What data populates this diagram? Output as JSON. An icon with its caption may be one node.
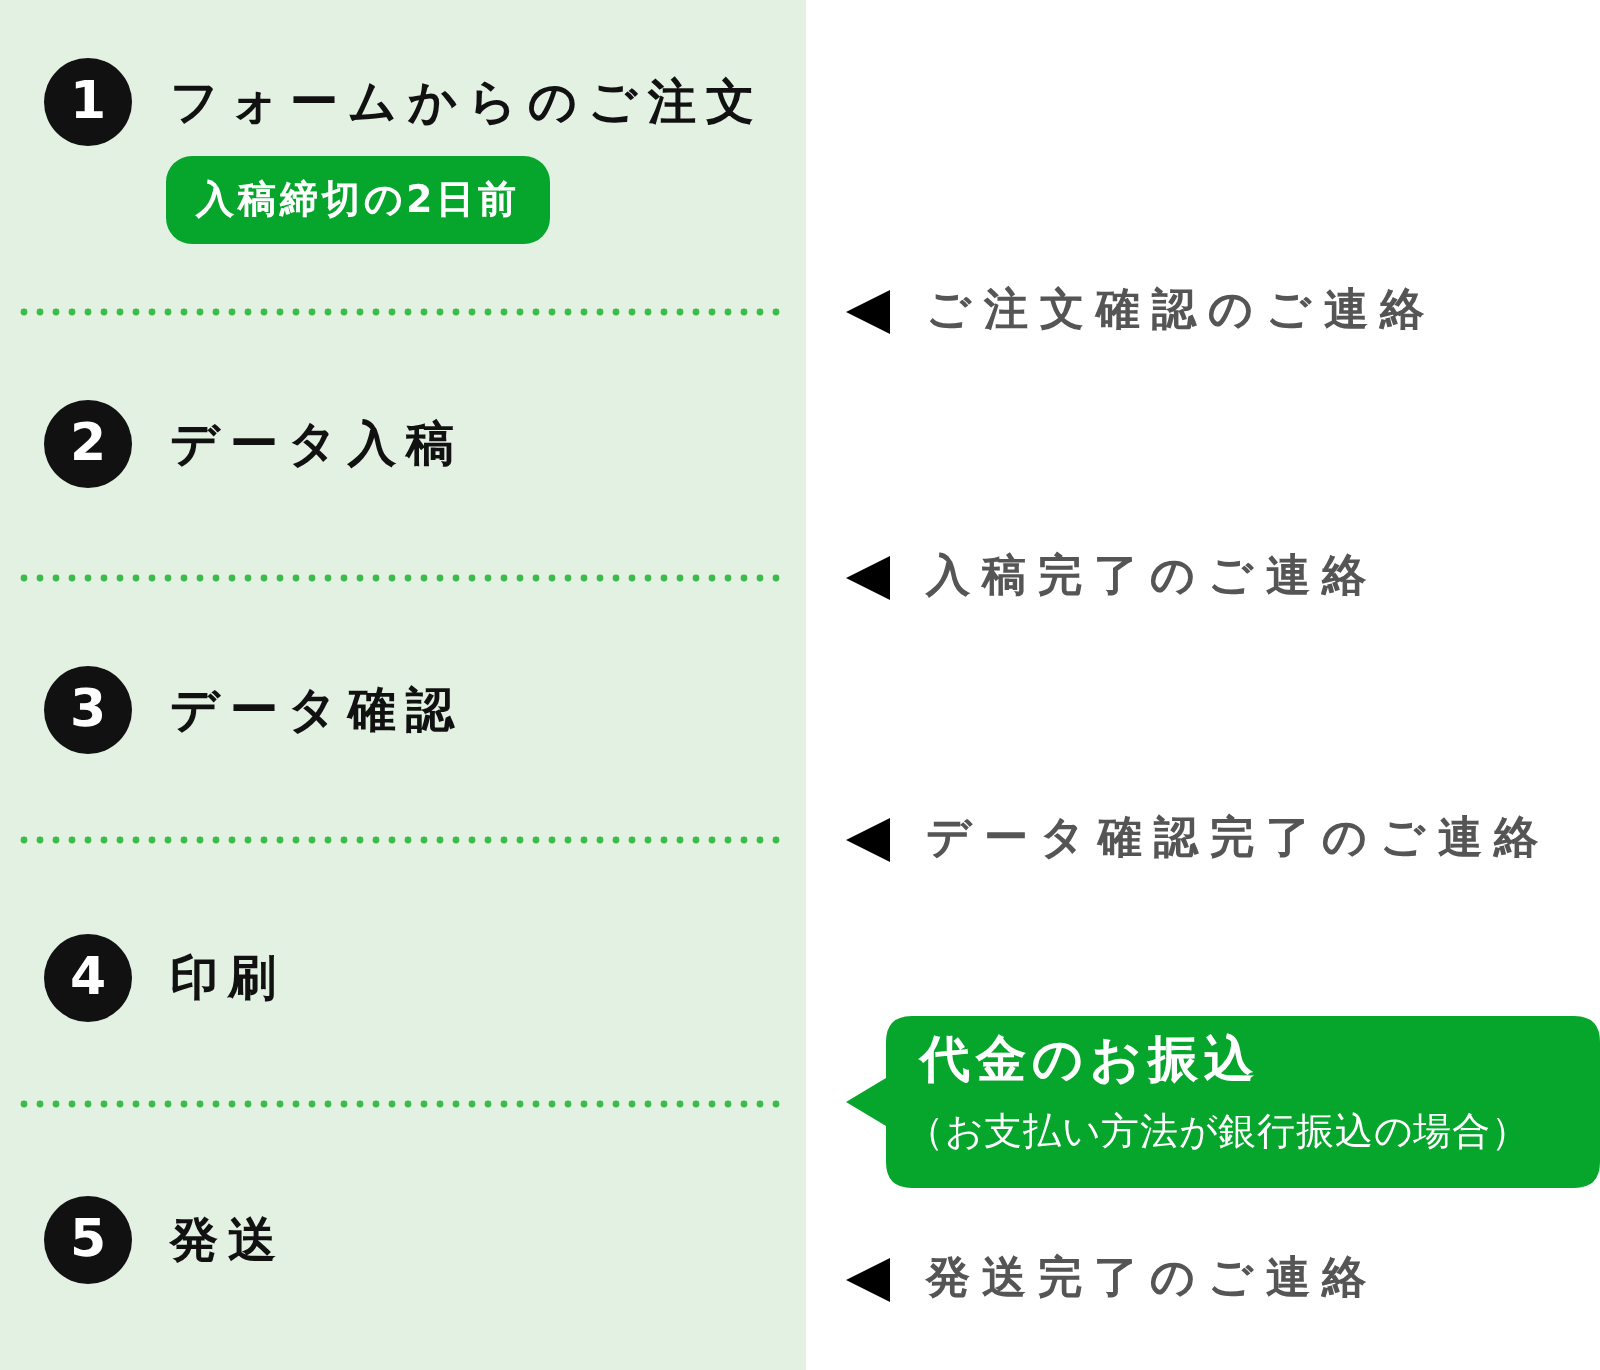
{
  "diagram": {
    "nodes": [
      {
        "text": [
          "1"
        ],
        "beside": [
          "フォームからのご注文"
        ]
      },
      {
        "text": [
          "入稿締切の2日前"
        ]
      },
      {
        "text": [
          "2"
        ],
        "beside": [
          "データ入稿"
        ]
      },
      {
        "text": [
          "3"
        ],
        "beside": [
          "データ確認"
        ]
      },
      {
        "text": [
          "4"
        ],
        "beside": [
          "印刷"
        ]
      },
      {
        "text": [
          "代金のお振込",
          "（お支払い方法が銀行振込の場合）"
        ]
      },
      {
        "text": [
          "5"
        ],
        "beside": [
          "発送"
        ]
      }
    ],
    "labels": [
      "ご注文確認のご連絡",
      "入稿完了のご連絡",
      "データ確認完了のご連絡",
      "発送完了のご連絡"
    ]
  }
}
